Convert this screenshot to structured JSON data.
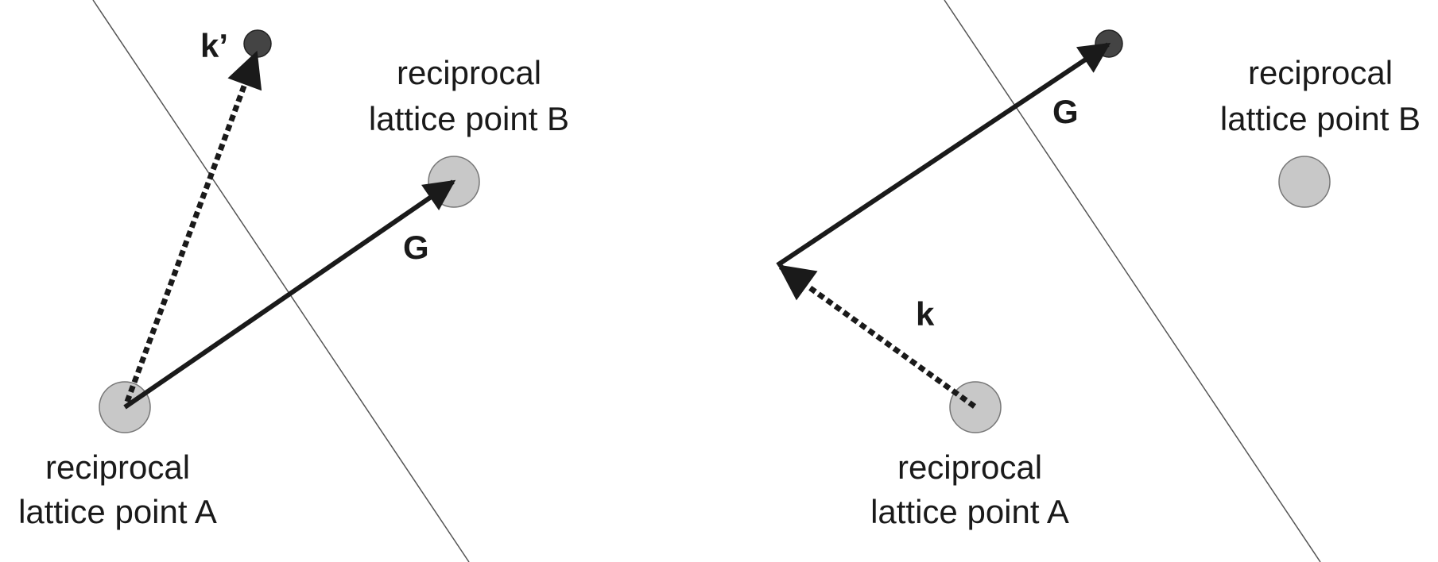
{
  "labels": {
    "point_a": [
      "reciprocal",
      "lattice point A"
    ],
    "point_b": [
      "reciprocal",
      "lattice point B"
    ],
    "vector_g": "G",
    "vector_k_prime": "k’",
    "vector_k": "k"
  },
  "colors": {
    "lattice_point": "#c8c8c8",
    "endpoint": "#444444",
    "vector": "#1a1a1a",
    "plane": "#555555"
  }
}
